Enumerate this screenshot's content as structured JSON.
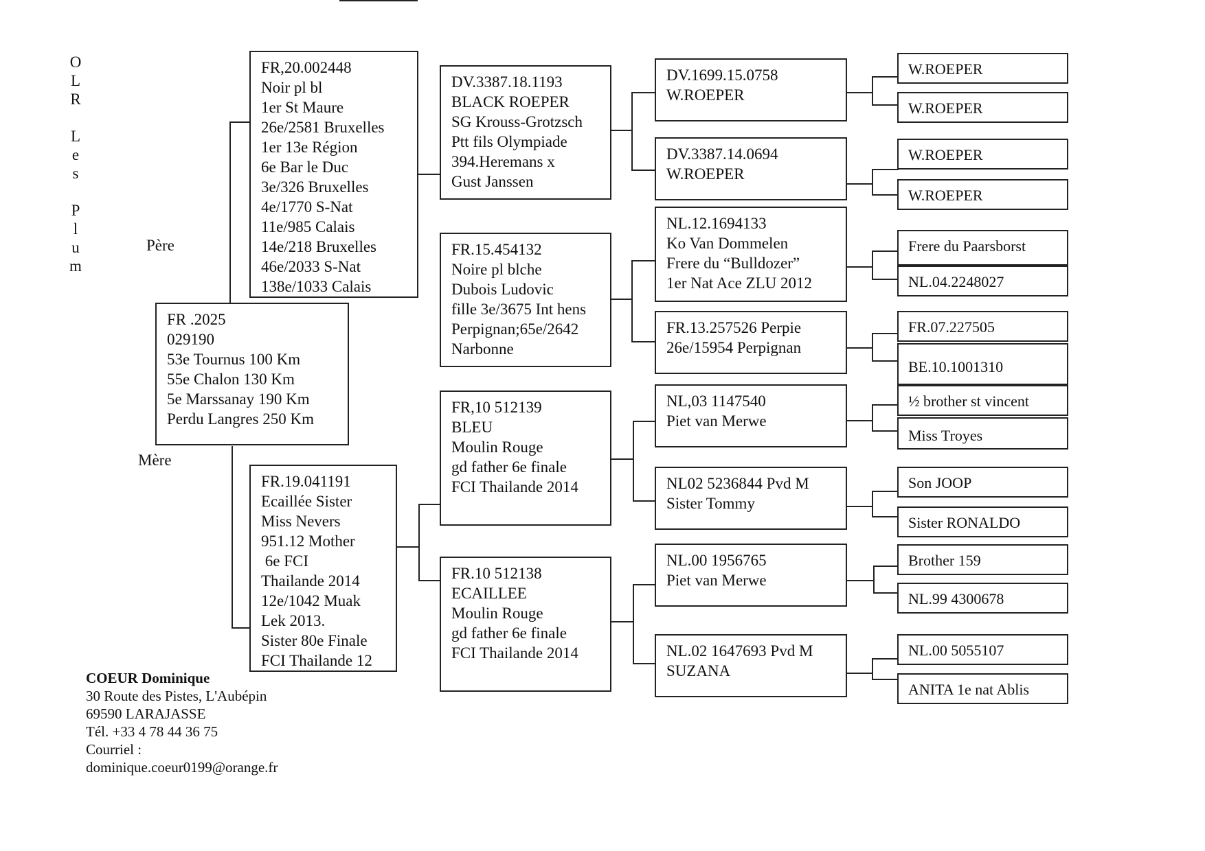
{
  "title_vertical": [
    "O",
    "L",
    "R",
    "",
    "L",
    "e",
    "s",
    "",
    "P",
    "l",
    "u",
    "m"
  ],
  "labels": {
    "father": "Père",
    "mother": "Mère"
  },
  "subject": {
    "lines": [
      "FR .2025",
      "029190",
      "53e Tournus  100 Km",
      "55e Chalon    130 Km",
      "5e Marssanay 190 Km",
      "Perdu Langres  250 Km"
    ]
  },
  "parents": {
    "sire": {
      "lines": [
        "FR,20.002448",
        "Noir pl bl",
        "1er St Maure",
        "26e/2581 Bruxelles",
        "1er 13e Région",
        "6e Bar le Duc",
        "3e/326 Bruxelles",
        "4e/1770 S-Nat",
        "11e/985 Calais",
        "14e/218 Bruxelles",
        "46e/2033 S-Nat",
        "138e/1033 Calais"
      ]
    },
    "dam": {
      "lines": [
        "FR.19.041191",
        "Ecaillée Sister",
        "Miss Nevers",
        "951.12 Mother",
        " 6e FCI",
        "Thailande 2014",
        "12e/1042 Muak",
        "Lek 2013.",
        "Sister 80e Finale",
        "FCI Thailande 12"
      ]
    }
  },
  "grandparents": [
    {
      "lines": [
        "DV.3387.18.1193",
        "BLACK ROEPER",
        "SG Krouss-Grotzsch",
        "Ptt fils Olympiade",
        "394.Heremans x",
        "Gust Janssen"
      ]
    },
    {
      "lines": [
        "FR.15.454132",
        "Noire pl blche",
        "Dubois Ludovic",
        "fille 3e/3675 Int hens",
        "Perpignan;65e/2642",
        "Narbonne"
      ]
    },
    {
      "lines": [
        "FR,10 512139",
        "BLEU",
        "Moulin Rouge",
        "gd father 6e finale",
        "FCI Thailande 2014"
      ]
    },
    {
      "lines": [
        "FR.10 512138",
        "ECAILLEE",
        "Moulin Rouge",
        "gd father 6e finale",
        "FCI Thailande 2014"
      ]
    }
  ],
  "great_grandparents": [
    {
      "lines": [
        "DV.1699.15.0758",
        "W.ROEPER"
      ]
    },
    {
      "lines": [
        "DV.3387.14.0694",
        "W.ROEPER"
      ]
    },
    {
      "lines": [
        "NL.12.1694133",
        "Ko Van Dommelen",
        "Frere du “Bulldozer”",
        "1er Nat Ace ZLU 2012"
      ]
    },
    {
      "lines": [
        "FR.13.257526 Perpie",
        "26e/15954 Perpignan"
      ]
    },
    {
      "lines": [
        "NL,03 1147540",
        "Piet van Merwe"
      ]
    },
    {
      "lines": [
        "NL02 5236844 Pvd M",
        "Sister Tommy"
      ]
    },
    {
      "lines": [
        "NL.00 1956765",
        "Piet van Merwe"
      ]
    },
    {
      "lines": [
        "NL.02 1647693 Pvd M",
        "SUZANA"
      ]
    }
  ],
  "gen4": [
    "W.ROEPER",
    "W.ROEPER",
    "W.ROEPER",
    "W.ROEPER",
    "Frere du Paarsborst",
    "NL.04.2248027",
    "FR.07.227505",
    "BE.10.1001310",
    "½ brother st vincent",
    "Miss Troyes",
    "Son JOOP",
    "Sister RONALDO",
    "Brother 159",
    "NL.99 4300678",
    "NL.00 5055107",
    "ANITA 1e nat Ablis"
  ],
  "contact": {
    "name": "COEUR Dominique",
    "address1": "30 Route des Pistes, L'Aubépin",
    "address2": "69590 LARAJASSE",
    "phone": "Tél. +33 4 78 44 36 75",
    "email_label": "Courriel :",
    "email": "dominique.coeur0199@orange.fr"
  }
}
